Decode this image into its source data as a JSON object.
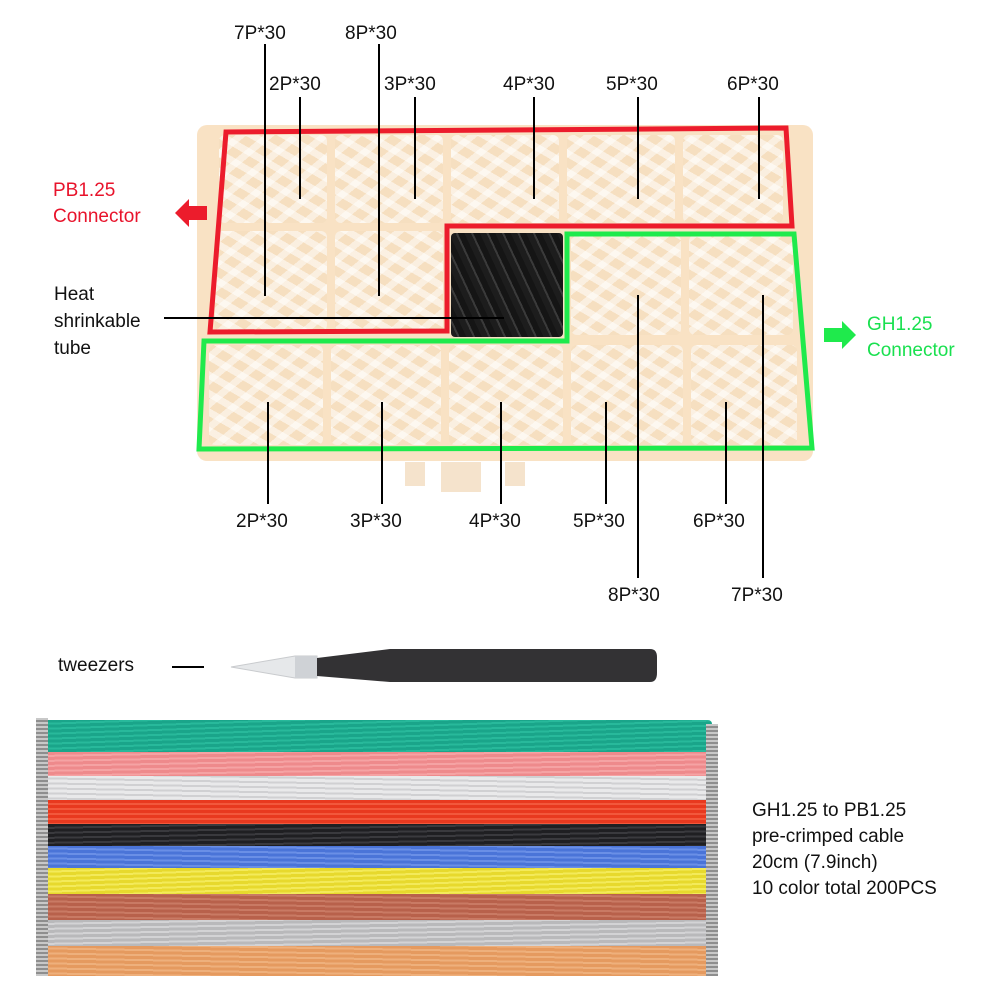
{
  "top_labels": {
    "pb_7p": "7P*30",
    "pb_8p": "8P*30",
    "pb_2p": "2P*30",
    "pb_3p": "3P*30",
    "pb_4p": "4P*30",
    "pb_5p": "5P*30",
    "pb_6p": "6P*30"
  },
  "bottom_labels": {
    "gh_2p": "2P*30",
    "gh_3p": "3P*30",
    "gh_4p": "4P*30",
    "gh_5p": "5P*30",
    "gh_6p": "6P*30",
    "gh_8p": "8P*30",
    "gh_7p": "7P*30"
  },
  "pb_connector": {
    "line1": "PB1.25",
    "line2": "Connector",
    "color": "#e8132b"
  },
  "gh_connector": {
    "line1": "GH1.25",
    "line2": "Connector",
    "color": "#19e04f"
  },
  "heat_tube": {
    "line1": "Heat",
    "line2": "shrinkable",
    "line3": "tube"
  },
  "tweezers": {
    "label": "tweezers"
  },
  "cable": {
    "line1": "GH1.25 to PB1.25",
    "line2": "pre-crimped cable",
    "line3": "20cm (7.9inch)",
    "line4": "10 color total 200PCS",
    "colors": [
      "#1aa58a",
      "#ee8a8c",
      "#e9e9ea",
      "#e8391f",
      "#1f1f22",
      "#4a74d8",
      "#e7d92d",
      "#b8614b",
      "#b9b9bb",
      "#e59a5f"
    ]
  }
}
